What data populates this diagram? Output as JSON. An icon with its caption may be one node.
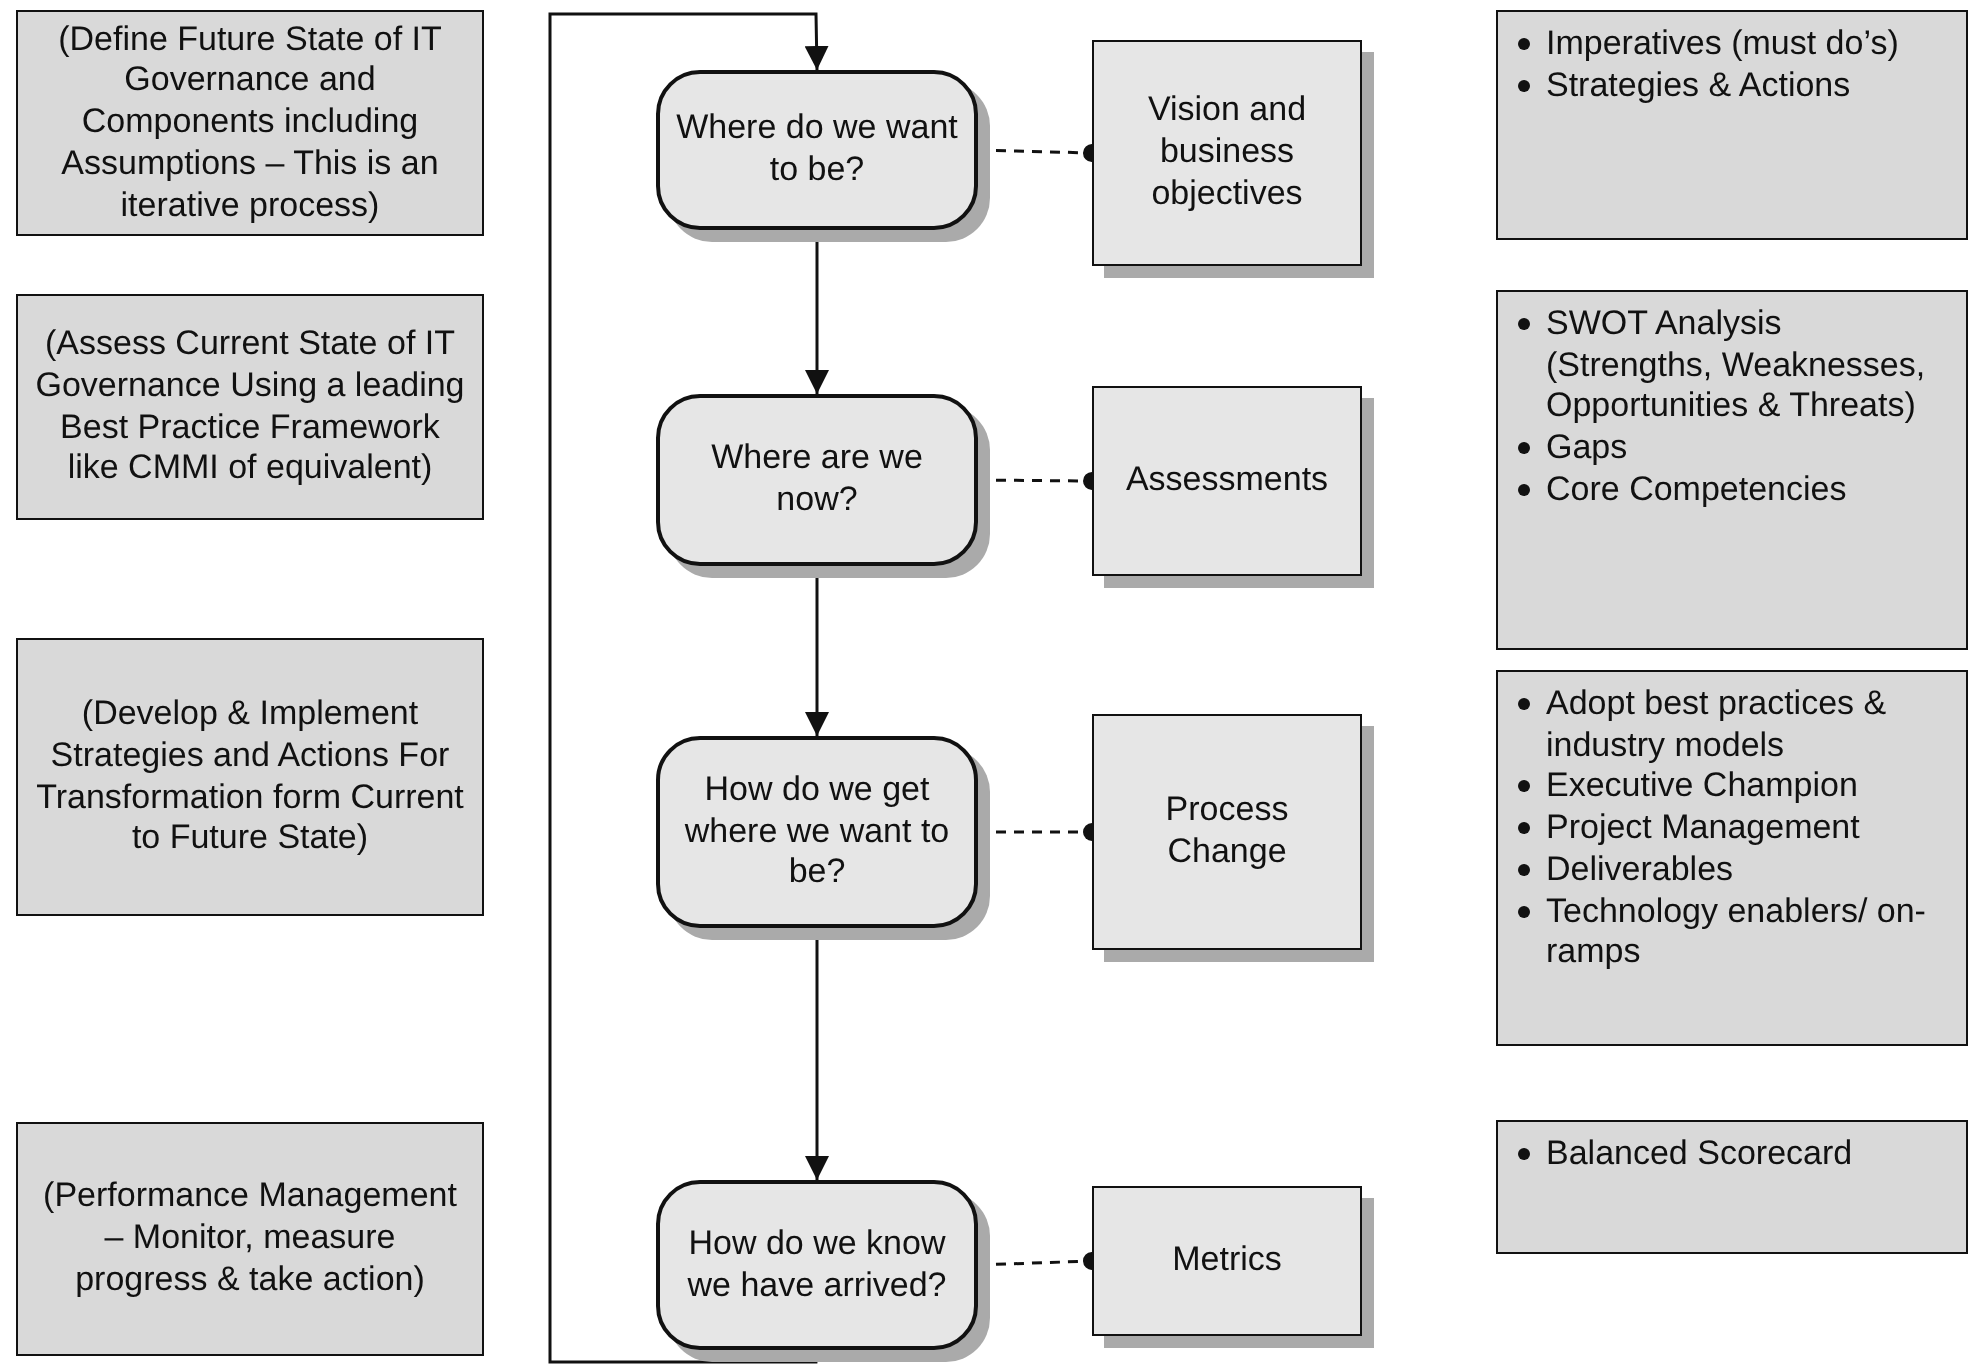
{
  "diagram": {
    "nodes": [
      {
        "text": [
          "(Define Future State of IT Governance and Components including Assumptions – This is an iterative process)"
        ]
      },
      {
        "text": [
          "Where do we want to be?"
        ]
      },
      {
        "text": [
          "Vision and business objectives"
        ]
      },
      {
        "text": [
          "Imperatives (must do’s)",
          "Strategies & Actions"
        ]
      },
      {
        "text": [
          "(Assess Current State of IT Governance Using a leading Best Practice Framework like CMMI of equivalent)"
        ]
      },
      {
        "text": [
          "Where are we now?"
        ]
      },
      {
        "text": [
          "Assessments"
        ]
      },
      {
        "text": [
          "SWOT Analysis (Strengths, Weaknesses, Opportunities & Threats)",
          "Gaps",
          "Core Competencies"
        ]
      },
      {
        "text": [
          "(Develop & Implement Strategies and Actions For Transformation form Current to Future State)"
        ]
      },
      {
        "text": [
          "How do we get where we want to be?"
        ]
      },
      {
        "text": [
          "Process Change"
        ]
      },
      {
        "text": [
          "Adopt best practices & industry models",
          "Executive Champion",
          "Project Management",
          "Deliverables",
          "Technology enablers/ on-ramps"
        ]
      },
      {
        "text": [
          "(Performance Management – Monitor, measure progress & take action)"
        ]
      },
      {
        "text": [
          "How do we know we have arrived?"
        ]
      },
      {
        "text": [
          "Metrics"
        ]
      },
      {
        "text": [
          "Balanced Scorecard"
        ]
      }
    ],
    "edges": [
      {
        "from": 1,
        "to": 5,
        "arrow": "to"
      },
      {
        "from": 5,
        "to": 9,
        "arrow": "to"
      },
      {
        "from": 9,
        "to": 13,
        "arrow": "to"
      },
      {
        "from": 13,
        "to": 1,
        "arrow": "to"
      },
      {
        "from": 1,
        "to": 2,
        "arrow": "other",
        "style": "dashed"
      },
      {
        "from": 5,
        "to": 6,
        "arrow": "other",
        "style": "dashed"
      },
      {
        "from": 9,
        "to": 10,
        "arrow": "other",
        "style": "dashed"
      },
      {
        "from": 13,
        "to": 14,
        "arrow": "other",
        "style": "dashed"
      }
    ]
  }
}
